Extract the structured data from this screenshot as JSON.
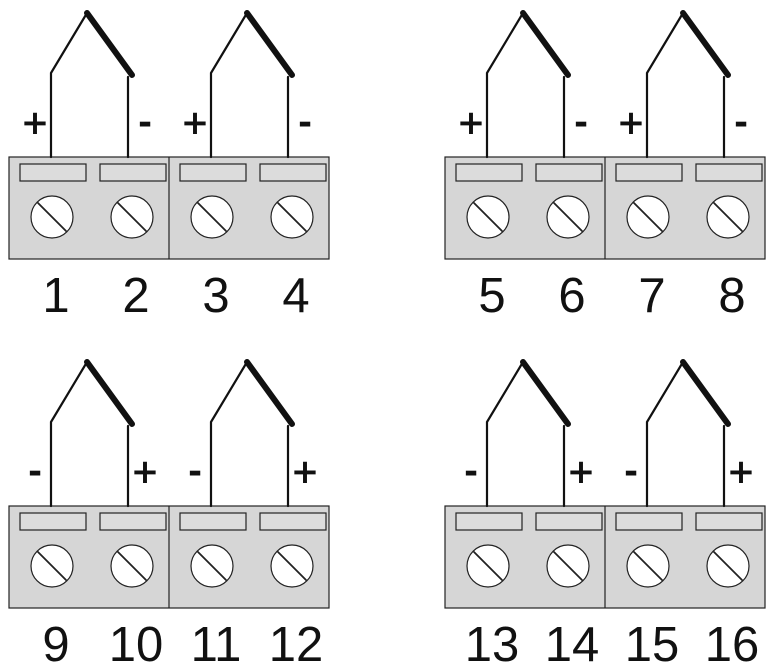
{
  "groups": [
    {
      "pairs": [
        {
          "terminals": [
            {
              "number": "1",
              "polarity": "+"
            },
            {
              "number": "2",
              "polarity": "-"
            }
          ]
        },
        {
          "terminals": [
            {
              "number": "3",
              "polarity": "+"
            },
            {
              "number": "4",
              "polarity": "-"
            }
          ]
        }
      ]
    },
    {
      "pairs": [
        {
          "terminals": [
            {
              "number": "5",
              "polarity": "+"
            },
            {
              "number": "6",
              "polarity": "-"
            }
          ]
        },
        {
          "terminals": [
            {
              "number": "7",
              "polarity": "+"
            },
            {
              "number": "8",
              "polarity": "-"
            }
          ]
        }
      ]
    },
    {
      "pairs": [
        {
          "terminals": [
            {
              "number": "9",
              "polarity": "-"
            },
            {
              "number": "10",
              "polarity": "+"
            }
          ]
        },
        {
          "terminals": [
            {
              "number": "11",
              "polarity": "-"
            },
            {
              "number": "12",
              "polarity": "+"
            }
          ]
        }
      ]
    },
    {
      "pairs": [
        {
          "terminals": [
            {
              "number": "13",
              "polarity": "-"
            },
            {
              "number": "14",
              "polarity": "+"
            }
          ]
        },
        {
          "terminals": [
            {
              "number": "15",
              "polarity": "-"
            },
            {
              "number": "16",
              "polarity": "+"
            }
          ]
        }
      ]
    }
  ]
}
